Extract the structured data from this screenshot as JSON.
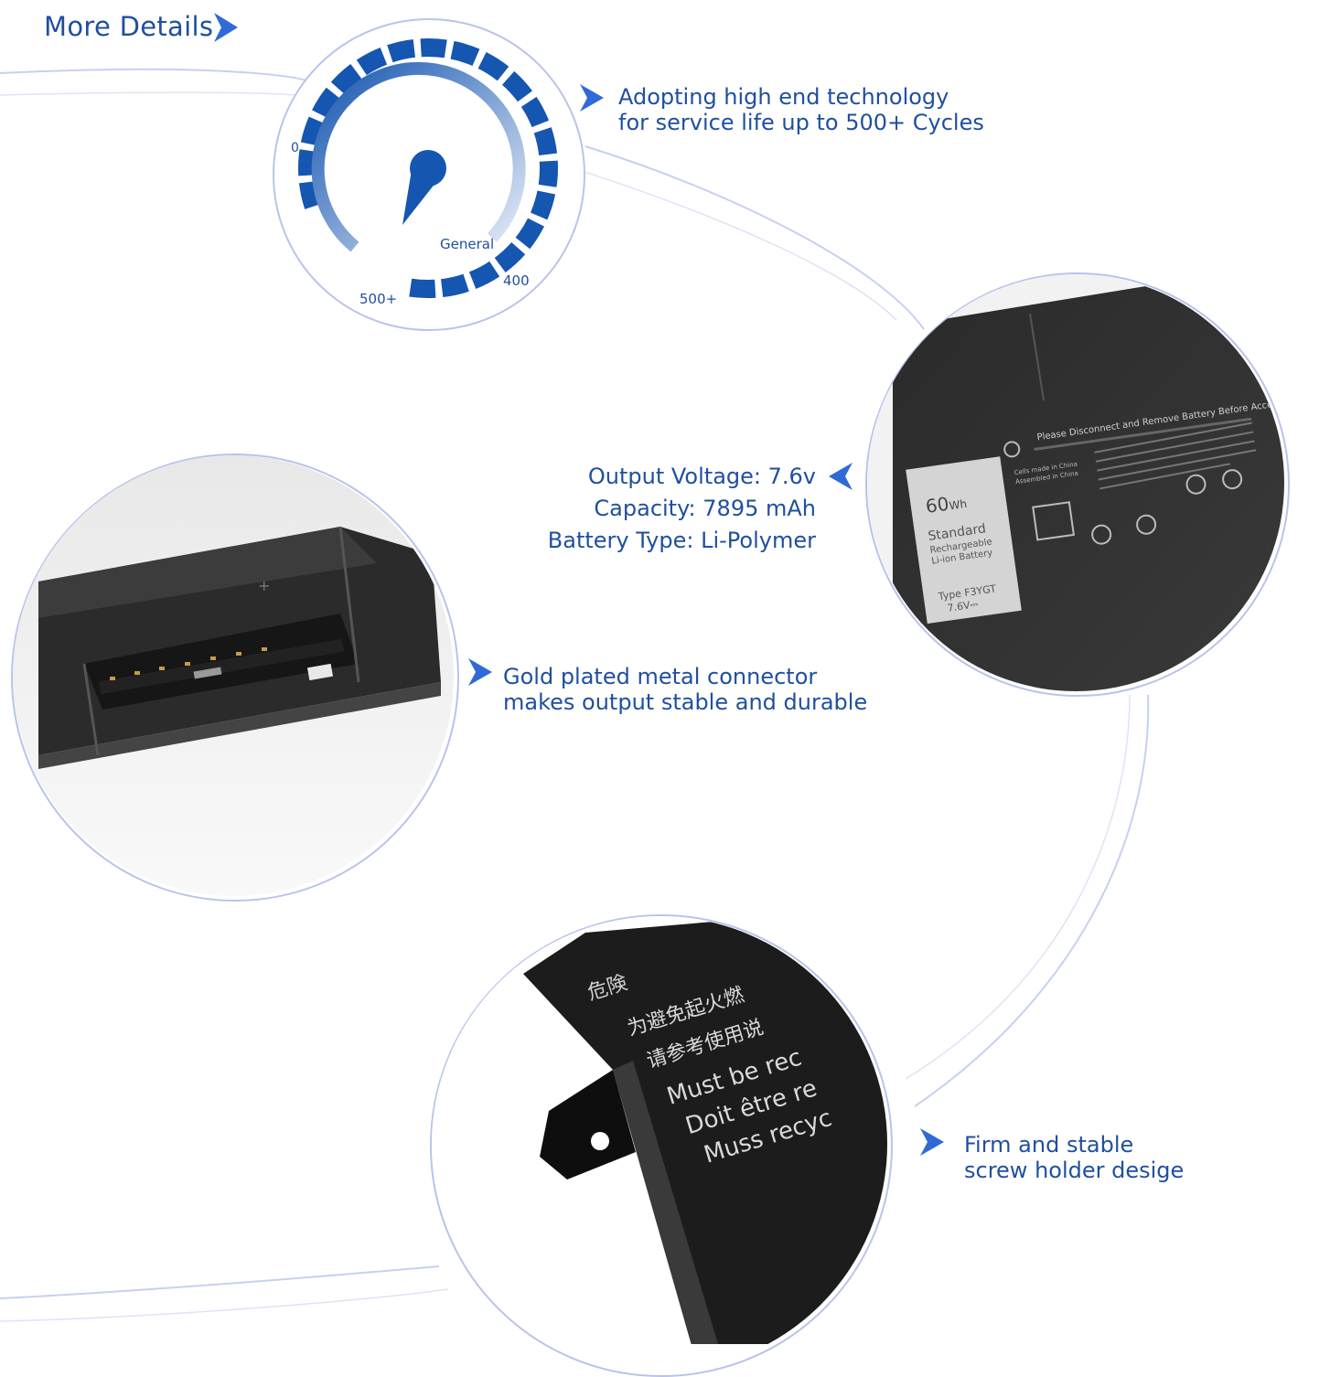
{
  "header": {
    "title": "More Details"
  },
  "gauge": {
    "label_min": "0",
    "label_general": "General",
    "label_400": "400",
    "label_max": "500+",
    "accent": "#1556b0"
  },
  "features": {
    "cycles": {
      "line1": "Adopting high end technology",
      "line2": "for service life up to 500+ Cycles"
    },
    "connector": {
      "line1": "Gold plated metal connector",
      "line2": "makes output stable and durable"
    },
    "holder": {
      "line1": "Firm and stable",
      "line2": "screw holder desige"
    }
  },
  "specs": {
    "voltage_label": "Output Voltage:",
    "voltage_value": "7.6v",
    "capacity_label": "Capacity:",
    "capacity_value": "7895 mAh",
    "type_label": "Battery Type:",
    "type_value": "Li-Polymer"
  },
  "battery_label": {
    "warning_title": "Please Disconnect and Remove Battery Before Accessing Te",
    "capacity": "60",
    "unit": "Wh",
    "standard": "Standard",
    "rechargeable": "Rechargeable",
    "li_ion": "Li-ion Battery",
    "type": "Type F3YGT",
    "voltage": "7.6V⎓",
    "made_in": "Cells made in China",
    "assembled": "Assembled in China"
  },
  "battery_back": {
    "line_cn1": "为避免起火燃",
    "line_cn2": "请参考使用说",
    "line_en": "Must be rec",
    "line_fr": "Doit être re",
    "line_de": "Muss recyc",
    "danger": "危険"
  },
  "colors": {
    "text": "#1f4f9f",
    "arrow": "#2f6ad6",
    "ring": "#b9c3ea",
    "line": "#c7d0f0"
  }
}
